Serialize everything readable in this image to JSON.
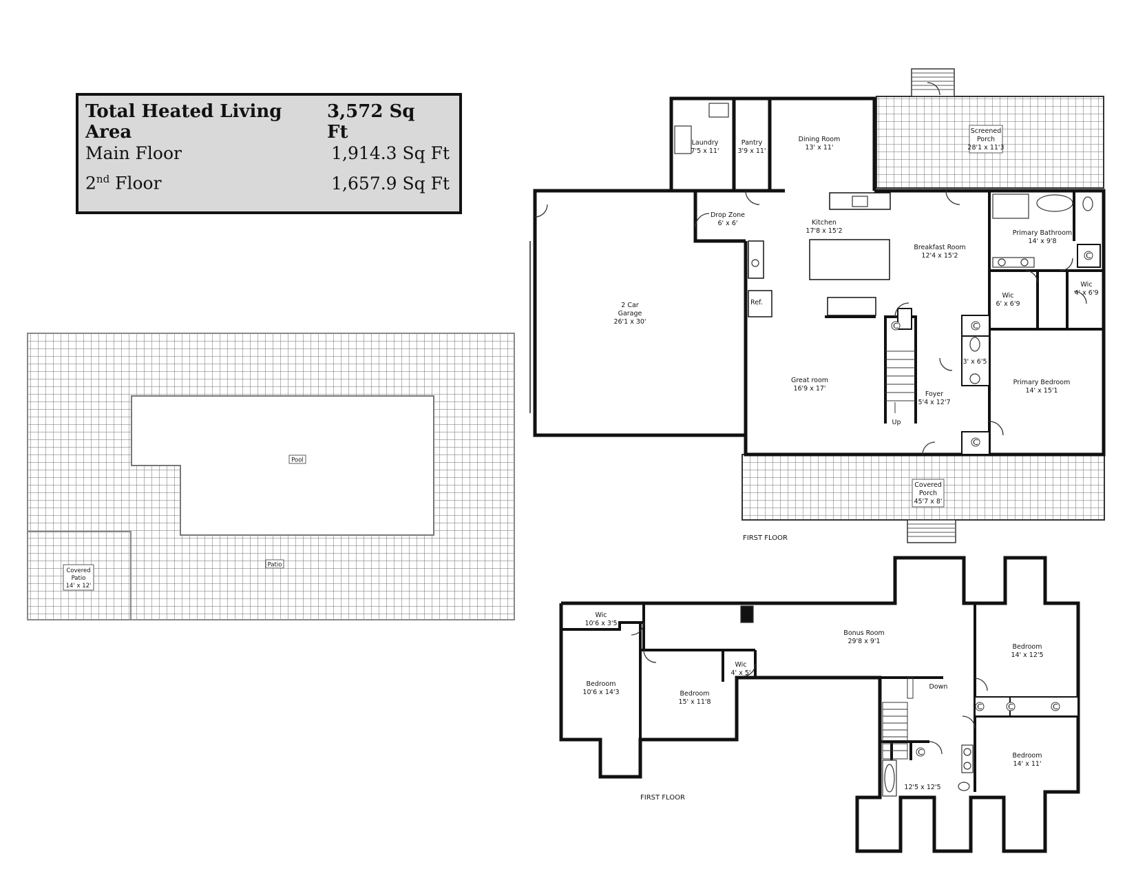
{
  "summary": {
    "total_label": "Total Heated Living Area",
    "total_value": "3,572 Sq Ft",
    "main_label": "Main Floor",
    "main_value": "1,914.3 Sq Ft",
    "second_prefix": "2",
    "second_sup": "nd",
    "second_suffix": " Floor",
    "second_value": "1,657.9 Sq Ft"
  },
  "exterior": {
    "pool": "Pool",
    "patio": "Patio",
    "covered_patio": [
      "Covered",
      "Patio",
      "14' x 12'"
    ]
  },
  "first_floor": {
    "caption": "FIRST FLOOR",
    "laundry": [
      "Laundry",
      "7'5 x 11'"
    ],
    "pantry": [
      "Pantry",
      "3'9 x 11'"
    ],
    "dining": [
      "Dining Room",
      "13' x 11'"
    ],
    "screened_porch": [
      "Screened",
      "Porch",
      "28'1 x 11'3"
    ],
    "drop_zone": [
      "Drop Zone",
      "6' x 6'"
    ],
    "kitchen": [
      "Kitchen",
      "17'8 x 15'2"
    ],
    "breakfast": [
      "Breakfast Room",
      "12'4 x 15'2"
    ],
    "primary_bath": [
      "Primary Bathroom",
      "14' x 9'8"
    ],
    "wic_a": [
      "Wic",
      "6' x 6'9"
    ],
    "wic_b": [
      "Wic",
      "4' x 6'9"
    ],
    "garage": [
      "2 Car",
      "Garage",
      "26'1 x 30'"
    ],
    "ref": "Ref.",
    "powder": "3' x 6'5",
    "great_room": [
      "Great room",
      "16'9 x 17'"
    ],
    "foyer": [
      "Foyer",
      "5'4 x 12'7"
    ],
    "primary_bed": [
      "Primary Bedroom",
      "14' x 15'1"
    ],
    "up": "Up",
    "covered_porch": [
      "Covered",
      "Porch",
      "45'7 x 8'"
    ],
    "closet": "C"
  },
  "second_floor": {
    "caption": "FIRST FLOOR",
    "wic_left": [
      "Wic",
      "10'6 x 3'5"
    ],
    "bonus": [
      "Bonus Room",
      "29'8 x 9'1"
    ],
    "bedroom_a": [
      "Bedroom",
      "10'6 x 14'3"
    ],
    "bedroom_b": [
      "Bedroom",
      "15' x 11'8"
    ],
    "wic_mid": [
      "Wic",
      "4' x 5'"
    ],
    "down": "Down",
    "bedroom_c": [
      "Bedroom",
      "14' x 12'5"
    ],
    "bedroom_d": [
      "Bedroom",
      "14' x 11'"
    ],
    "bath": "12'5 x 12'5",
    "closet": "C"
  }
}
